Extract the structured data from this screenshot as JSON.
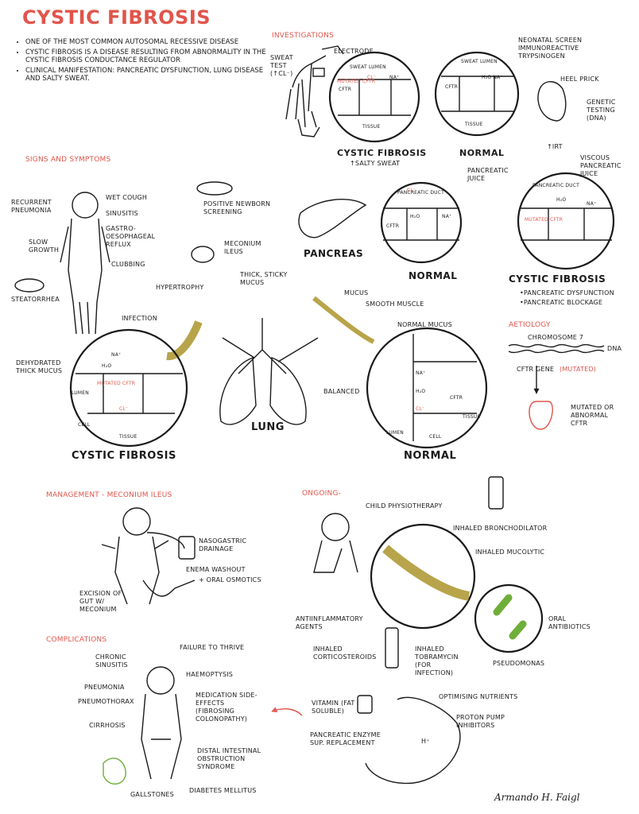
{
  "title": "Cystic Fibrosis",
  "intro": [
    "One of the most common autosomal recessive disease",
    "Cystic fibrosis is a disease resulting from abnormality in the cystic fibrosis conductance regulator",
    "Clinical manifestation: pancreatic dysfunction, lung disease and salty sweat."
  ],
  "investigations": {
    "heading": "Investigations",
    "sweat_test": "Sweat test (↑Cl⁻)",
    "electrode": "Electrode",
    "sweat_lumen": "Sweat lumen",
    "mutated_cftr": "Mutated CFTR",
    "cftr": "CFTR",
    "cl": "Cl⁻",
    "na": "Na⁺",
    "h2o_na": "H₂O Na⁺",
    "tissue": "Tissue",
    "cf_label": "Cystic Fibrosis",
    "cf_sub": "↑salty sweat",
    "normal_label": "Normal",
    "neonatal": "Neonatal screen immunoreactive trypsinogen",
    "heel_prick": "Heel prick",
    "genetic": "Genetic testing (DNA)",
    "irt": "↑IRT"
  },
  "signs": {
    "heading": "Signs and symptoms",
    "items": {
      "pneumonia": "Recurrent pneumonia",
      "wet_cough": "Wet cough",
      "sinusitis": "Sinusitis",
      "gerd": "Gastro-oesophageal reflux",
      "slow_growth": "Slow growth",
      "clubbing": "Clubbing",
      "steatorrhea": "Steatorrhea",
      "newborn": "Positive newborn screening",
      "meconium": "Meconium ileus",
      "hypertrophy": "Hypertrophy",
      "thick_mucus": "Thick, sticky mucus",
      "infection": "Infection",
      "dehydrated": "Dehydrated thick mucus"
    }
  },
  "pancreas": {
    "label": "Pancreas",
    "duct": "Pancreatic duct",
    "juice": "Pancreatic juice",
    "viscous": "Viscous pancreatic juice",
    "normal": "Normal",
    "cf": "Cystic Fibrosis",
    "dysfunction": "•Pancreatic dysfunction",
    "blockage": "•Pancreatic blockage",
    "h2o": "H₂O",
    "na": "Na⁺",
    "cl": "Cl⁻",
    "cftr": "CFTR",
    "mutated": "Mutated CFTR"
  },
  "lung": {
    "label": "Lung",
    "mucus": "Mucus",
    "smooth": "Smooth muscle",
    "normal_mucus": "Normal mucus",
    "balanced": "Balanced",
    "lumen": "Lumen",
    "cell": "Cell",
    "tissue": "Tissue",
    "cftr": "CFTR",
    "mutated": "Mutated CFTR",
    "cf_label": "Cystic Fibrosis",
    "normal_label": "Normal",
    "na": "Na⁺",
    "h2o": "H₂O",
    "cl": "Cl⁻"
  },
  "aetiology": {
    "heading": "Aetiology",
    "chromosome": "Chromosome 7",
    "dna": "DNA",
    "gene": "CFTR gene",
    "mutated": "(mutated)",
    "abnormal": "Mutated or abnormal CFTR"
  },
  "management": {
    "heading": "Management - Meconium ileus",
    "ng": "Nasogastric drainage",
    "enema": "Enema washout",
    "oral_osmotics": "+ oral osmotics",
    "excision": "Excision of gut w/ meconium"
  },
  "ongoing": {
    "heading": "Ongoing-",
    "physio": "Child physiotherapy",
    "broncho": "Inhaled bronchodilator",
    "mucolytic": "Inhaled mucolytic",
    "anti_inflam": "Antiinflammatory agents",
    "oral_abx": "Oral antibiotics",
    "cortico": "Inhaled corticosteroids",
    "tobramycin": "Inhaled tobramycin (for infection)",
    "pseudomonas": "Pseudomonas",
    "nutrients": "Optimising nutrients",
    "vitamin": "Vitamin (fat soluble)",
    "ppi": "Proton pump inhibitors",
    "enzyme": "Pancreatic enzyme sup. replacement",
    "hplus": "H⁺"
  },
  "complications": {
    "heading": "Complications",
    "items": {
      "sinusitis": "Chronic sinusitis",
      "ftt": "Failure to thrive",
      "haemoptysis": "Haemoptysis",
      "pneumonia": "Pneumonia",
      "pneumothorax": "Pneumothorax",
      "meds": "Medication side-effects (fibrosing colonopathy)",
      "cirrhosis": "Cirrhosis",
      "dios": "Distal intestinal obstruction syndrome",
      "gallstones": "Gallstones",
      "diabetes": "Diabetes mellitus"
    }
  },
  "signature": "Armando H. Faigl",
  "colors": {
    "accent": "#e0554b",
    "mucus": "#b8a44a",
    "green": "#6fae3a"
  }
}
